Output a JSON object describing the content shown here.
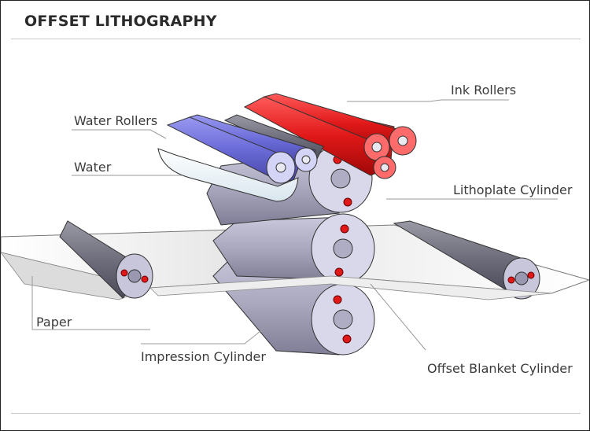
{
  "title": "OFFSET LITHOGRAPHY",
  "labels": {
    "ink_rollers": "Ink Rollers",
    "water_rollers": "Water Rollers",
    "water": "Water",
    "lithoplate_cylinder": "Lithoplate Cylinder",
    "paper": "Paper",
    "impression_cylinder": "Impression Cylinder",
    "offset_blanket_cylinder": "Offset Blanket Cylinder"
  },
  "colors": {
    "ink": "#e01818",
    "water_roller": "#6b6bd8",
    "cylinder": "#a9a8be",
    "cylinder_face": "#d9d8ea",
    "paper": "#f3f3f3",
    "leader": "#9a9a9a"
  }
}
